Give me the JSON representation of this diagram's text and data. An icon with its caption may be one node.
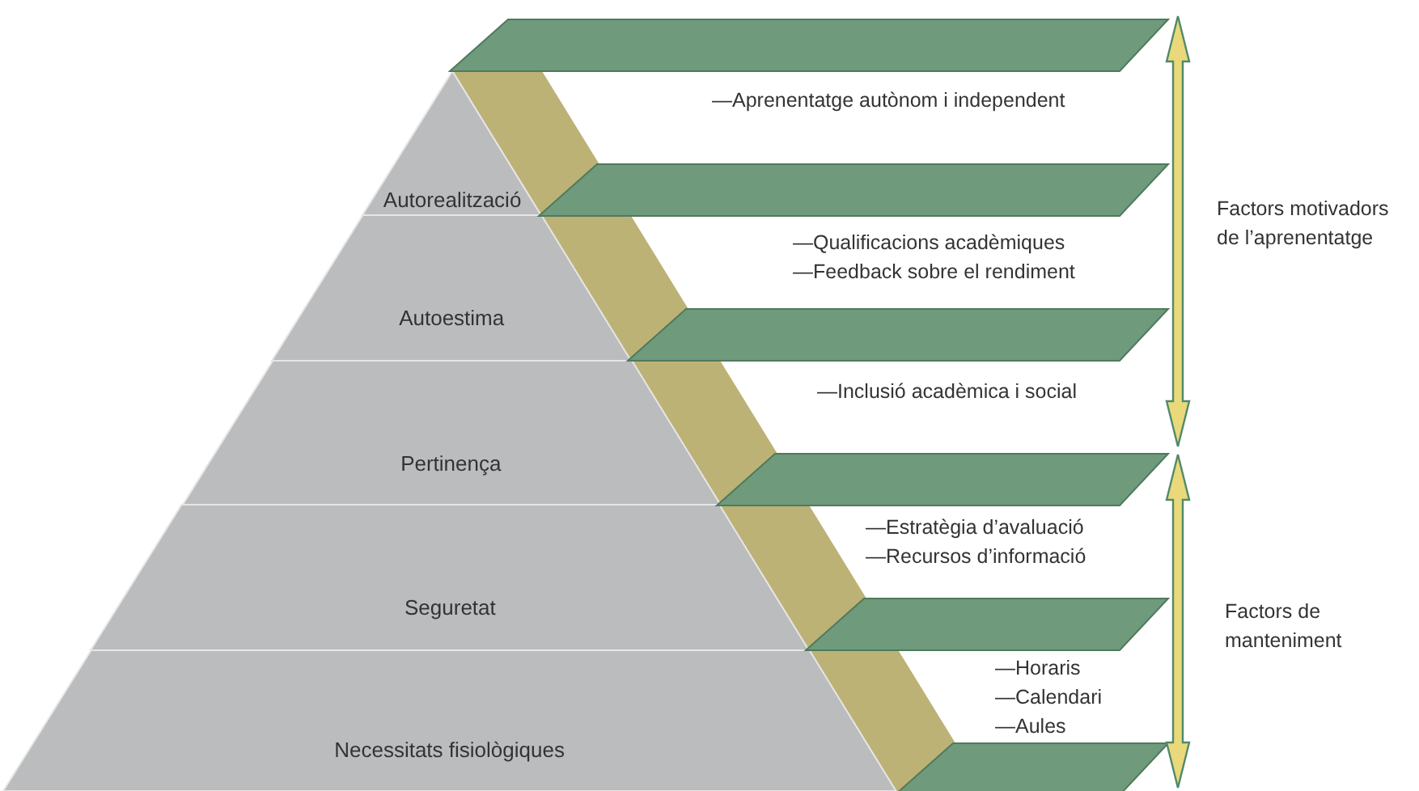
{
  "diagram": {
    "nodes": [
      {
        "text": [
          "Autorealització"
        ]
      },
      {
        "text": [
          "Autoestima"
        ]
      },
      {
        "text": [
          "Pertinença"
        ]
      },
      {
        "text": [
          "Seguretat"
        ]
      },
      {
        "text": [
          "Necessitats fisiològiques"
        ]
      }
    ],
    "labels": [
      "—Aprenentatge autònom i independent",
      "—Qualificacions acadèmiques",
      "—Feedback sobre el rendiment",
      "Factors motivadors de l’aprenentatge",
      "—Inclusió acadèmica i social",
      "—Estratègia d’avaluació",
      "—Recursos d’informació",
      "Factors de manteniment",
      "—Horaris",
      "—Calendari",
      "—Aules"
    ]
  }
}
